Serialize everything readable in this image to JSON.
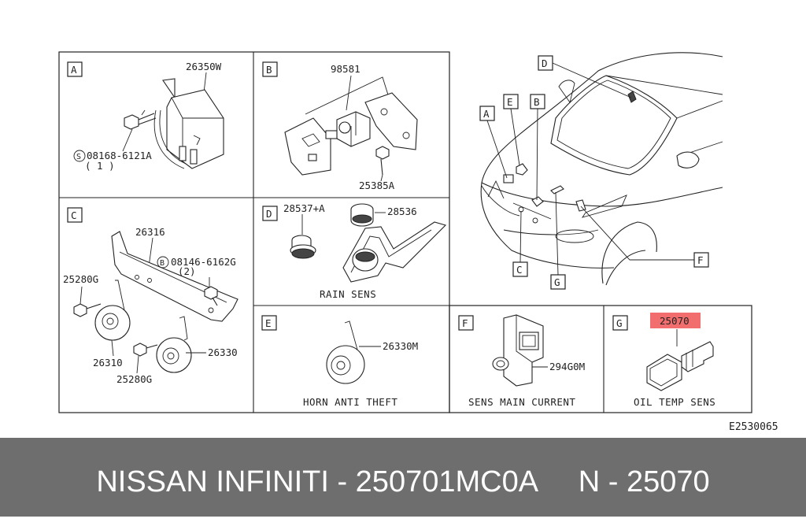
{
  "panels": {
    "A": {
      "letter": "A",
      "part_main": "26350W",
      "bolt_code": "08168-6121A",
      "bolt_symbol": "S",
      "bolt_qty": "( 1 )"
    },
    "B": {
      "letter": "B",
      "part_main": "98581",
      "part_bolt": "25385A"
    },
    "C": {
      "letter": "C",
      "part_bracket": "26316",
      "bolt_code": "08146-6162G",
      "bolt_symbol": "B",
      "bolt_qty": "(2)",
      "bolt_left": "25280G",
      "bolt_bottom": "25280G",
      "horn_left": "26310",
      "horn_right": "26330"
    },
    "D": {
      "letter": "D",
      "part_left": "28537+A",
      "part_right": "28536",
      "caption": "RAIN SENS"
    },
    "E": {
      "letter": "E",
      "part": "26330M",
      "caption": "HORN ANTI THEFT"
    },
    "F": {
      "letter": "F",
      "part": "294G0M",
      "caption": "SENS MAIN CURRENT"
    },
    "G": {
      "letter": "G",
      "part": "25070",
      "caption": "OIL TEMP SENS",
      "highlight_color": "#f26d6d"
    }
  },
  "car_callouts": [
    "D",
    "A",
    "E",
    "B",
    "C",
    "G",
    "F"
  ],
  "diagram_code": "E2530065",
  "footer": {
    "left": "NISSAN INFINITI - 250701MC0A",
    "right": "N - 25070"
  }
}
